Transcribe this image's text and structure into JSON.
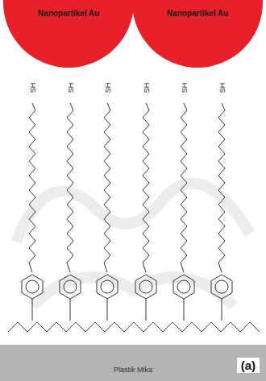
{
  "diagram": {
    "nodes": [
      {
        "text": [
          "Nanopartikel Au"
        ]
      },
      {
        "text": [
          "Nanopartikel Au"
        ]
      },
      {
        "text": [
          "Plastik Mika"
        ]
      }
    ],
    "labels": [
      "SH",
      "SH",
      "SH",
      "SH",
      "SH",
      "SH",
      "(a)"
    ]
  }
}
